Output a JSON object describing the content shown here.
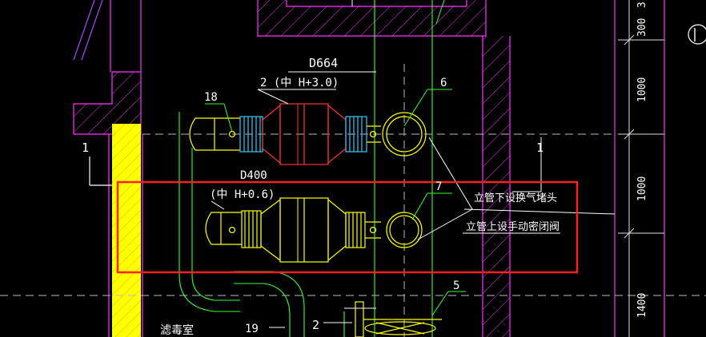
{
  "colors": {
    "background": "#000000",
    "wall": "#ff33ff",
    "pipe_green": "#33ff33",
    "fitting_yellow": "#ffff00",
    "flex_cyan": "#33ccff",
    "valve_red": "#ff3333",
    "leader_white": "#ffffff",
    "dim_white": "#e0e0e0",
    "fill_yellow": "#ffff00",
    "highlight_red": "#ff2020",
    "dash_grey": "#bbbbbb"
  },
  "labels": {
    "d664": "D664",
    "upper_elevation": "2 (中 H+3.0)",
    "d400": "D400",
    "lower_elevation": "(中 H+0.6)",
    "tag_18": "18",
    "tag_6": "6",
    "tag_7": "7",
    "tag_5": "5",
    "tag_19": "19",
    "tag_2": "2",
    "tag_1_left": "1",
    "tag_1_right": "1",
    "room_name": "滤毒室",
    "note_1": "立管下设换气堵头",
    "note_2": "立管上设手动密闭阀"
  },
  "dimensions": {
    "dim_300": "300",
    "dim_3": "3",
    "dim_1000_upper": "1000",
    "dim_1000_lower": "1000",
    "dim_1400": "1400"
  }
}
